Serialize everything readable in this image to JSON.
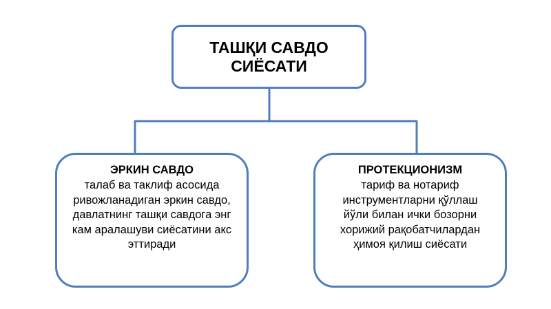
{
  "diagram": {
    "root": {
      "title": "ТАШҚИ САВДО СИЁСАТИ"
    },
    "children": [
      {
        "heading": "ЭРКИН САВДО",
        "lines": [
          "талаб ва таклиф асосида",
          "ривожланадиган эркин савдо,",
          "давлатнинг ташқи савдога энг",
          "кам аралашуви сиёсатини акс",
          "эттиради"
        ]
      },
      {
        "heading": "ПРОТЕКЦИОНИЗМ",
        "lines": [
          "тариф ва нотариф",
          "инструментларни қўллаш",
          "йўли билан ички бозорни",
          "хорижий рақобатчилардан",
          "ҳимоя қилиш сиёсати"
        ]
      }
    ],
    "colors": {
      "border": "#4f7dbd",
      "connector": "#4f7dbd",
      "text": "#000000",
      "background": "#ffffff"
    }
  }
}
